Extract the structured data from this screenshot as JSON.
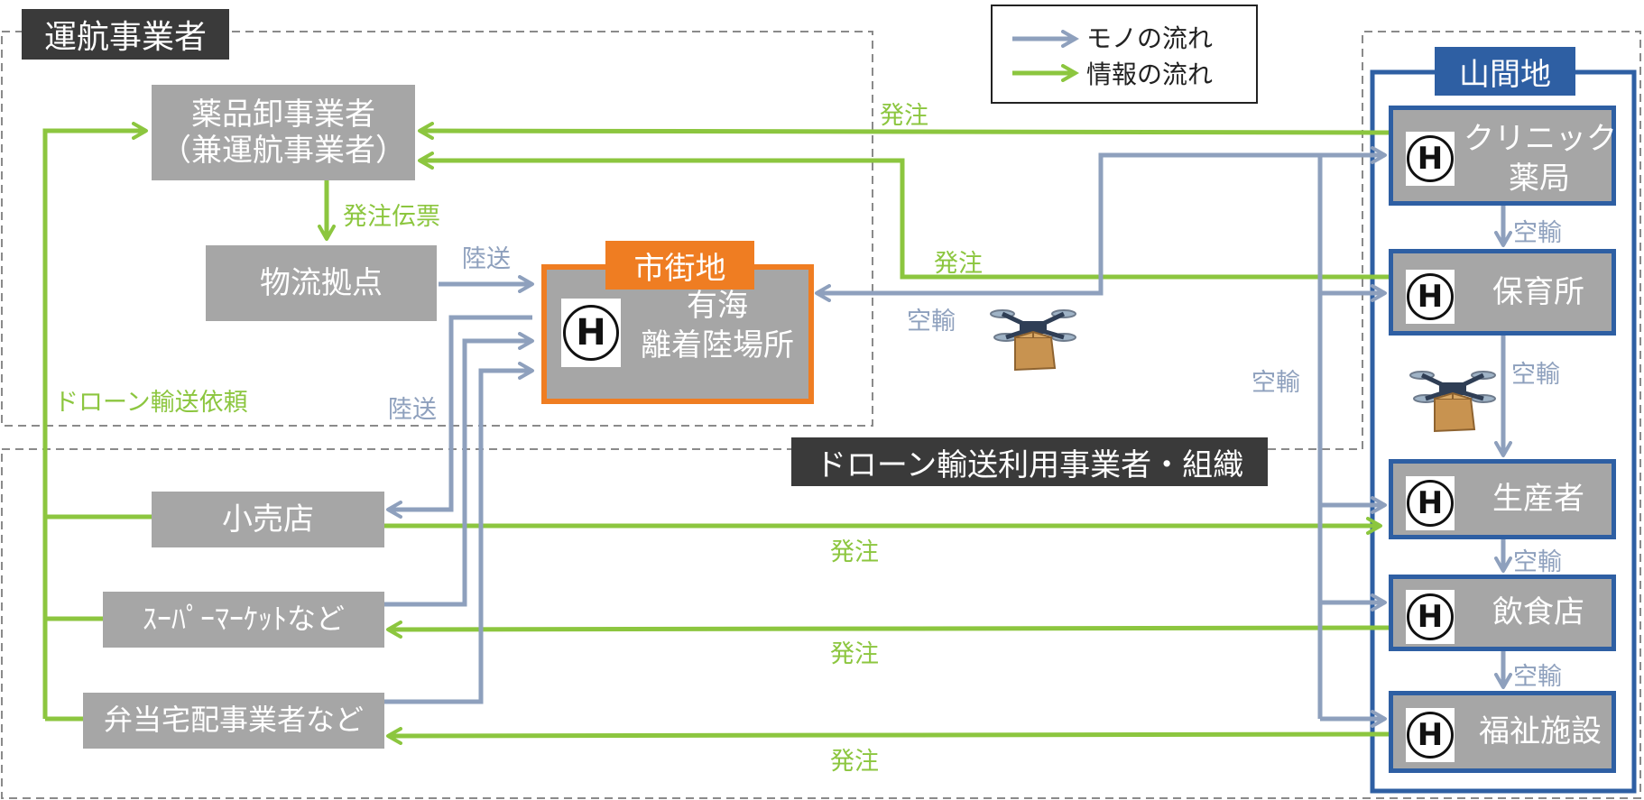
{
  "groups": {
    "operator": "運航事業者",
    "users": "ドローン輸送利用事業者・組織",
    "mountain": "山間地",
    "city": "市街地"
  },
  "legend": {
    "goods": "モノの流れ",
    "info": "情報の流れ"
  },
  "nodes": {
    "wholesaler_line1": "薬品卸事業者",
    "wholesaler_line2": "（兼運航事業者）",
    "logistics": "物流拠点",
    "heliport_line1": "有海",
    "heliport_line2": "離着陸場所",
    "retail": "小売店",
    "supermarket": "ｽｰﾊﾟｰﾏｰｹｯﾄなど",
    "bento": "弁当宅配事業者など",
    "clinic_line1": "クリニック",
    "clinic_line2": "薬局",
    "nursery": "保育所",
    "producer": "生産者",
    "restaurant": "飲食店",
    "welfare": "福祉施設"
  },
  "labels": {
    "order": "発注",
    "order_slip": "発注伝票",
    "land": "陸送",
    "air": "空輸",
    "drone_request": "ドローン輸送依頼"
  },
  "icons": {
    "heliport": "H",
    "drone": "drone-with-package-icon"
  },
  "colors": {
    "info_flow": "#8cc63f",
    "goods_flow": "#8ea0bd",
    "node_fill": "#a6a6a6",
    "mountain_border": "#2e5fa3",
    "city_border": "#ef7d22",
    "group_label": "#3a3a3a"
  }
}
